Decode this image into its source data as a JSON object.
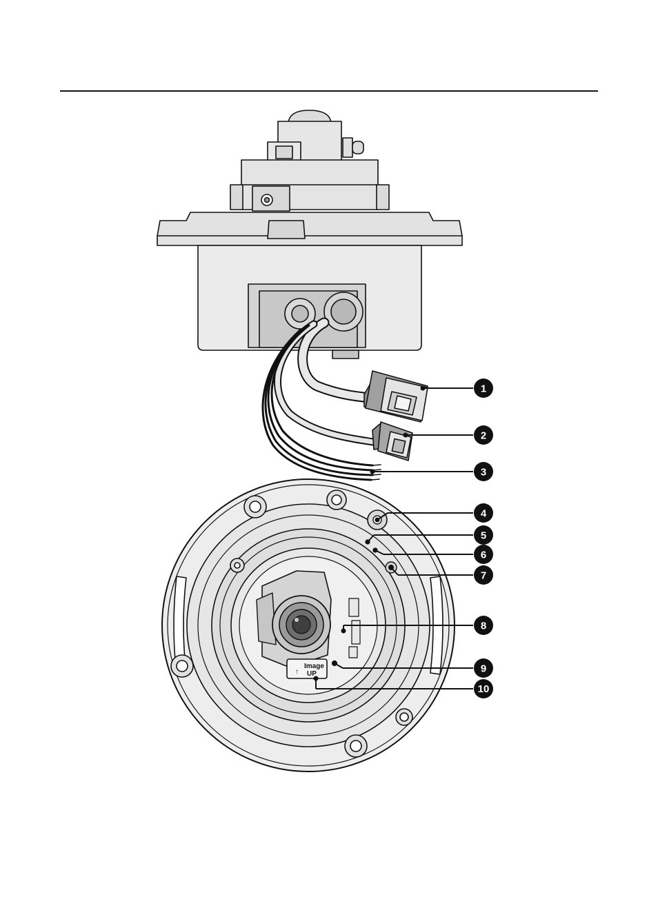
{
  "callouts": [
    {
      "number": "1"
    },
    {
      "number": "2"
    },
    {
      "number": "3"
    },
    {
      "number": "4"
    },
    {
      "number": "5"
    },
    {
      "number": "6"
    },
    {
      "number": "7"
    },
    {
      "number": "8"
    },
    {
      "number": "9"
    },
    {
      "number": "10"
    }
  ],
  "lens_label": {
    "arrow": "↑",
    "line1": "Image",
    "line2": "UP"
  },
  "colors": {
    "line": "#111111",
    "body_fill": "#eeeeee",
    "body_dark": "#cfcfcf",
    "callout_fill": "#111111"
  }
}
